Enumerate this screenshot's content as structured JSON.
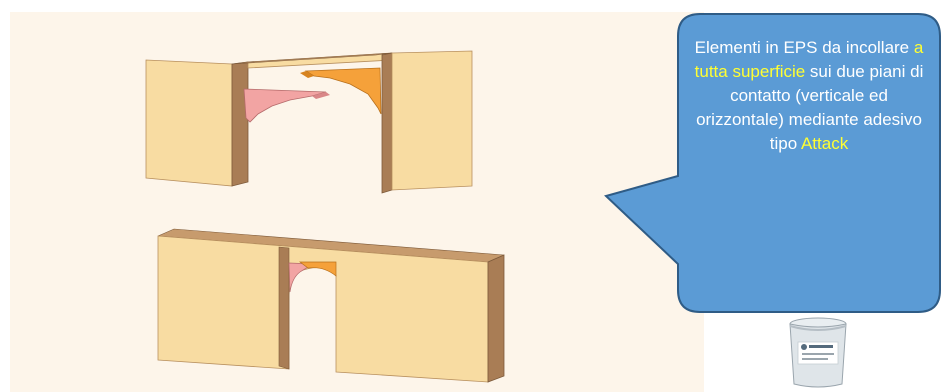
{
  "callout": {
    "text_1": "Elementi in EPS da incollare ",
    "highlight_1": "a tutta superficie",
    "text_2": " sui due piani di contatto (verticale ed orizzontale) mediante adesivo tipo ",
    "highlight_2": "Attack"
  },
  "colors": {
    "background": "#fdf5ea",
    "wall_face": "#f8dca2",
    "wall_side": "#a97d55",
    "wall_top": "#c79b6d",
    "element_left": "#f2a4a3",
    "element_right": "#f5a13a",
    "callout_fill": "#5b9bd5",
    "callout_border": "#2f5c86",
    "callout_text": "#ffffff",
    "highlight_text": "#ffff33"
  },
  "icons": {
    "bucket": "adhesive-bucket-icon"
  }
}
